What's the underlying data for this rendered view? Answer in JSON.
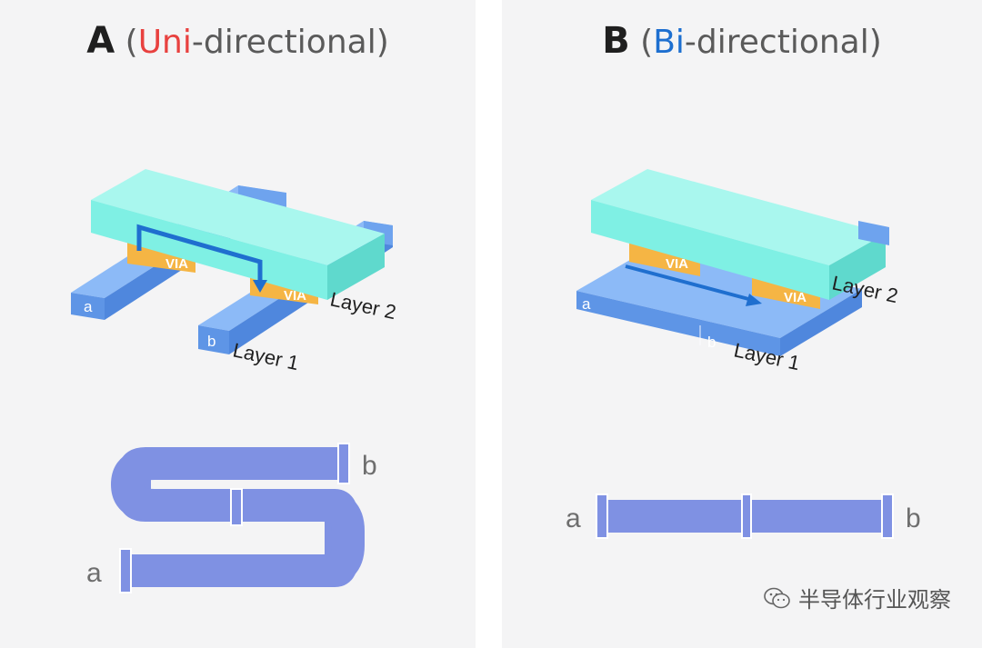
{
  "panel_a": {
    "letter": "A",
    "paren_open": "(",
    "highlight": "Uni",
    "rest": "-directional",
    "paren_close": ")",
    "via_label_1": "VIA",
    "via_label_2": "VIA",
    "layer2_label": "Layer 2",
    "layer1_label": "Layer 1",
    "line_a": "a",
    "line_b": "b",
    "pipe_a": "a",
    "pipe_b": "b",
    "highlight_color": "#e8413f"
  },
  "panel_b": {
    "letter": "B",
    "paren_open": "(",
    "highlight": "Bi",
    "rest": "-directional",
    "paren_close": ")",
    "via_label_1": "VIA",
    "via_label_2": "VIA",
    "layer2_label": "Layer 2",
    "layer1_label": "Layer 1",
    "line_a": "a",
    "line_b": "b",
    "pipe_a": "a",
    "pipe_b": "b",
    "highlight_color": "#1d6fd0"
  },
  "watermark": {
    "text": "半导体行业观察",
    "icon": "wechat-icon"
  },
  "colors": {
    "layer2": "#7ff0e4",
    "layer1": "#76a9f2",
    "via": "#f5b544",
    "pipe": "#7f91e3",
    "arrow": "#1f6fcf"
  }
}
